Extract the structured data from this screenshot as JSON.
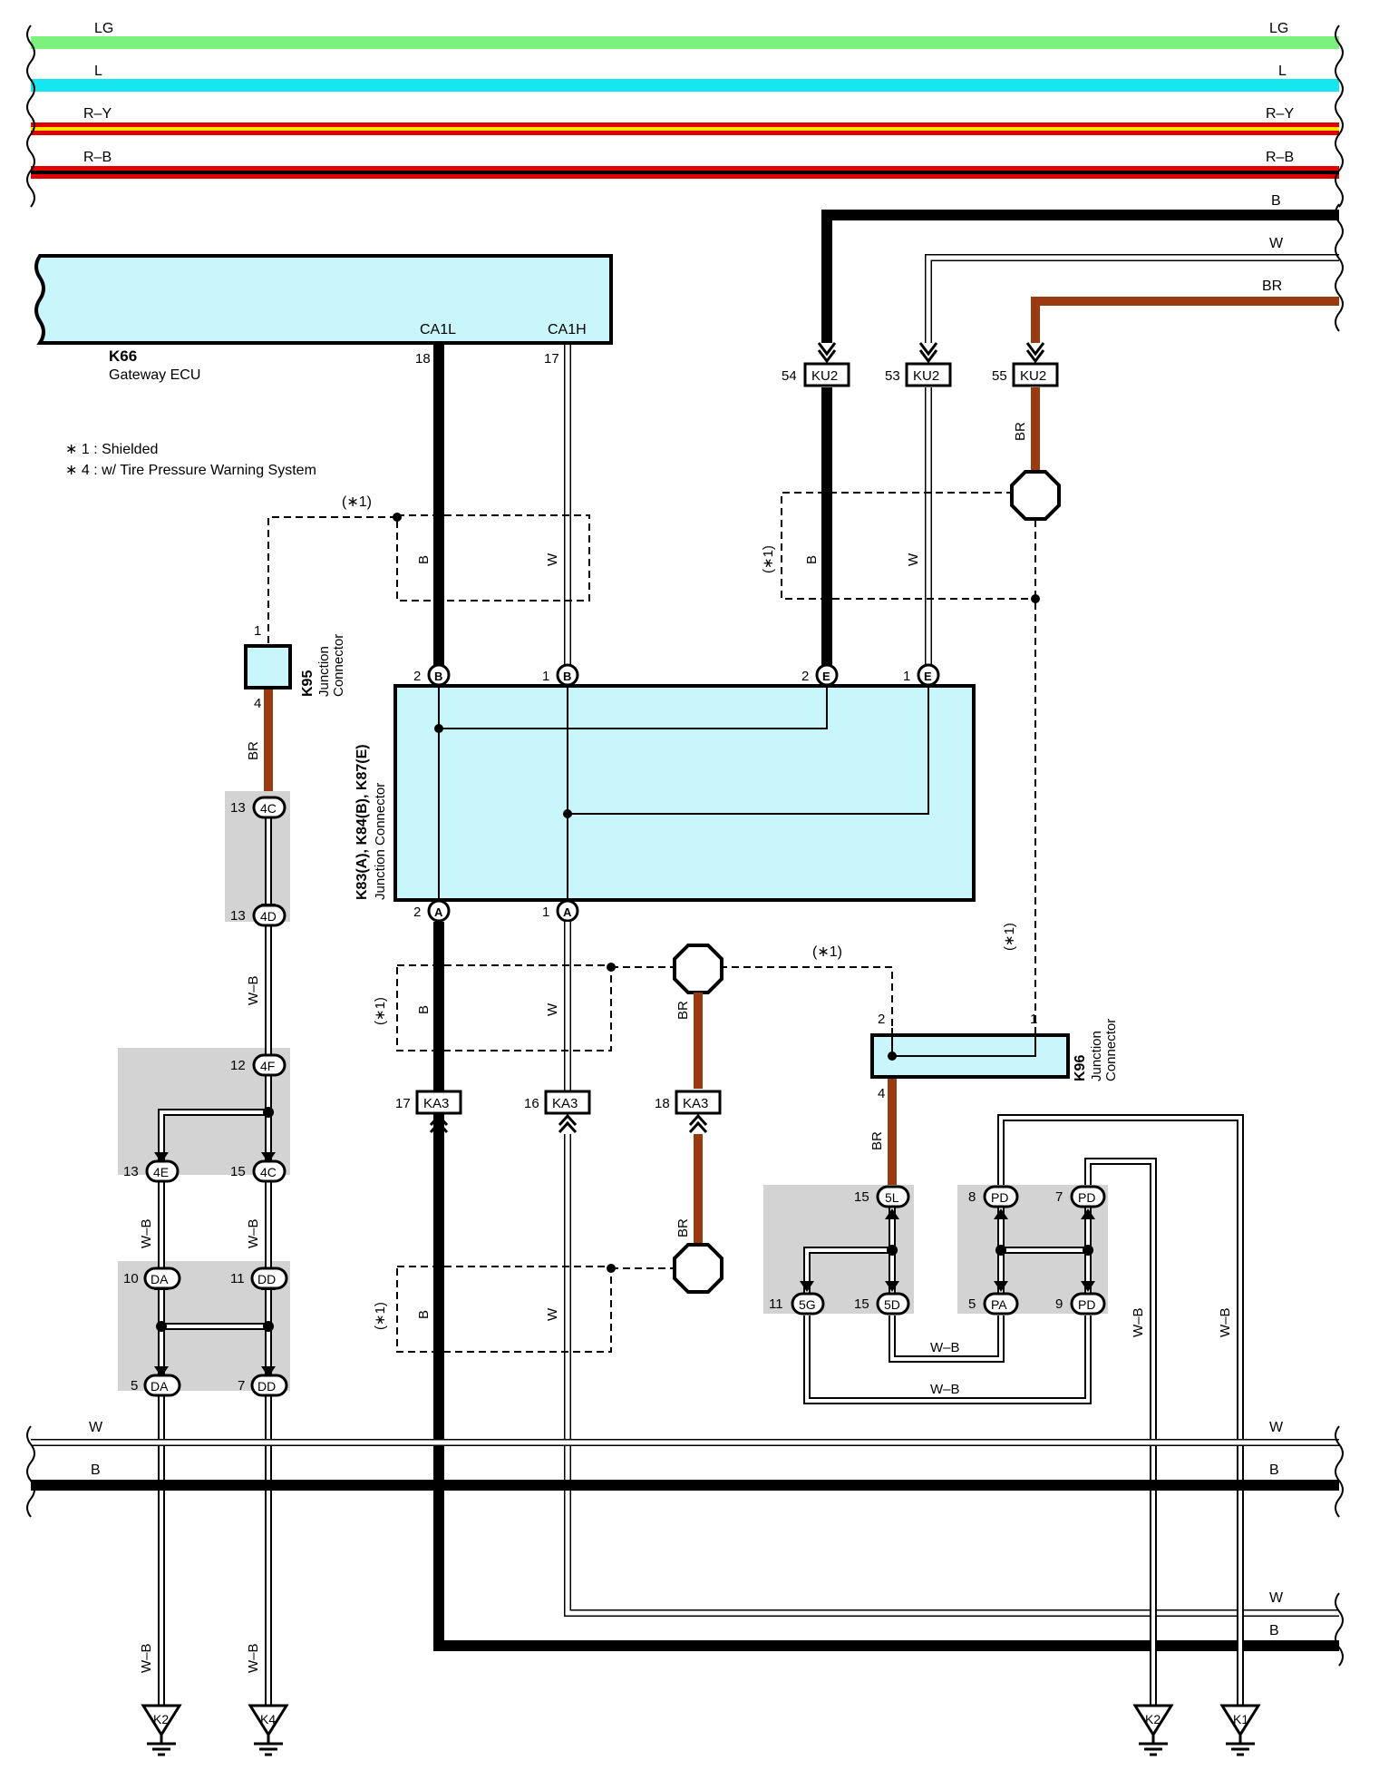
{
  "top_wires": {
    "lg": "LG",
    "l": "L",
    "ry": "R–Y",
    "rb": "R–B",
    "b": "B",
    "w": "W",
    "br": "BR"
  },
  "bottom_wires": {
    "w": "W",
    "b": "B"
  },
  "ecu": {
    "code": "K66",
    "name": "Gateway ECU",
    "pin_ca1l_name": "CA1L",
    "pin_ca1l_num": "18",
    "pin_ca1h_name": "CA1H",
    "pin_ca1h_num": "17"
  },
  "notes": {
    "n1": "∗ 1 : Shielded",
    "n4": "∗ 4 : w/ Tire Pressure Warning System"
  },
  "shield_label": "(∗1)",
  "wire_labels": {
    "b": "B",
    "w": "W",
    "br": "BR",
    "wb": "W–B"
  },
  "k95": {
    "code": "K95",
    "name_line1": "Junction",
    "name_line2": "Connector",
    "pin_top": "1",
    "pin_bottom": "4"
  },
  "k83": {
    "code": "K83(A), K84(B), K87(E)",
    "name": "Junction Connector",
    "pins": {
      "b2": "2",
      "b1": "1",
      "e2": "2",
      "e1": "1",
      "a2": "2",
      "a1": "1"
    },
    "letters": {
      "b": "B",
      "e": "E",
      "a": "A"
    }
  },
  "k96": {
    "code": "K96",
    "name_line1": "Junction",
    "name_line2": "Connector",
    "pin_left": "2",
    "pin_right": "1",
    "pin_bottom": "4"
  },
  "ku2": {
    "label": "KU2",
    "p54": "54",
    "p53": "53",
    "p55": "55"
  },
  "ka3": {
    "label": "KA3",
    "p17": "17",
    "p16": "16",
    "p18": "18"
  },
  "left_connectors": {
    "c4c_top": {
      "label": "4C",
      "pin": "13"
    },
    "c4d": {
      "label": "4D",
      "pin": "13"
    },
    "c4f": {
      "label": "4F",
      "pin": "12"
    },
    "c4e": {
      "label": "4E",
      "pin": "13"
    },
    "c4c_bot": {
      "label": "4C",
      "pin": "15"
    },
    "cda_top": {
      "label": "DA",
      "pin": "10"
    },
    "cdd_top": {
      "label": "DD",
      "pin": "11"
    },
    "cda_bot": {
      "label": "DA",
      "pin": "5"
    },
    "cdd_bot": {
      "label": "DD",
      "pin": "7"
    }
  },
  "right_connectors": {
    "c5l": {
      "label": "5L",
      "pin": "15"
    },
    "c5g": {
      "label": "5G",
      "pin": "11"
    },
    "c5d": {
      "label": "5D",
      "pin": "15"
    },
    "cpd8": {
      "label": "PD",
      "pin": "8"
    },
    "cpd7": {
      "label": "PD",
      "pin": "7"
    },
    "cpa5": {
      "label": "PA",
      "pin": "5"
    },
    "cpd9": {
      "label": "PD",
      "pin": "9"
    }
  },
  "grounds": {
    "k2_left": "K2",
    "k4": "K4",
    "k2_right": "K2",
    "k1": "K1"
  }
}
